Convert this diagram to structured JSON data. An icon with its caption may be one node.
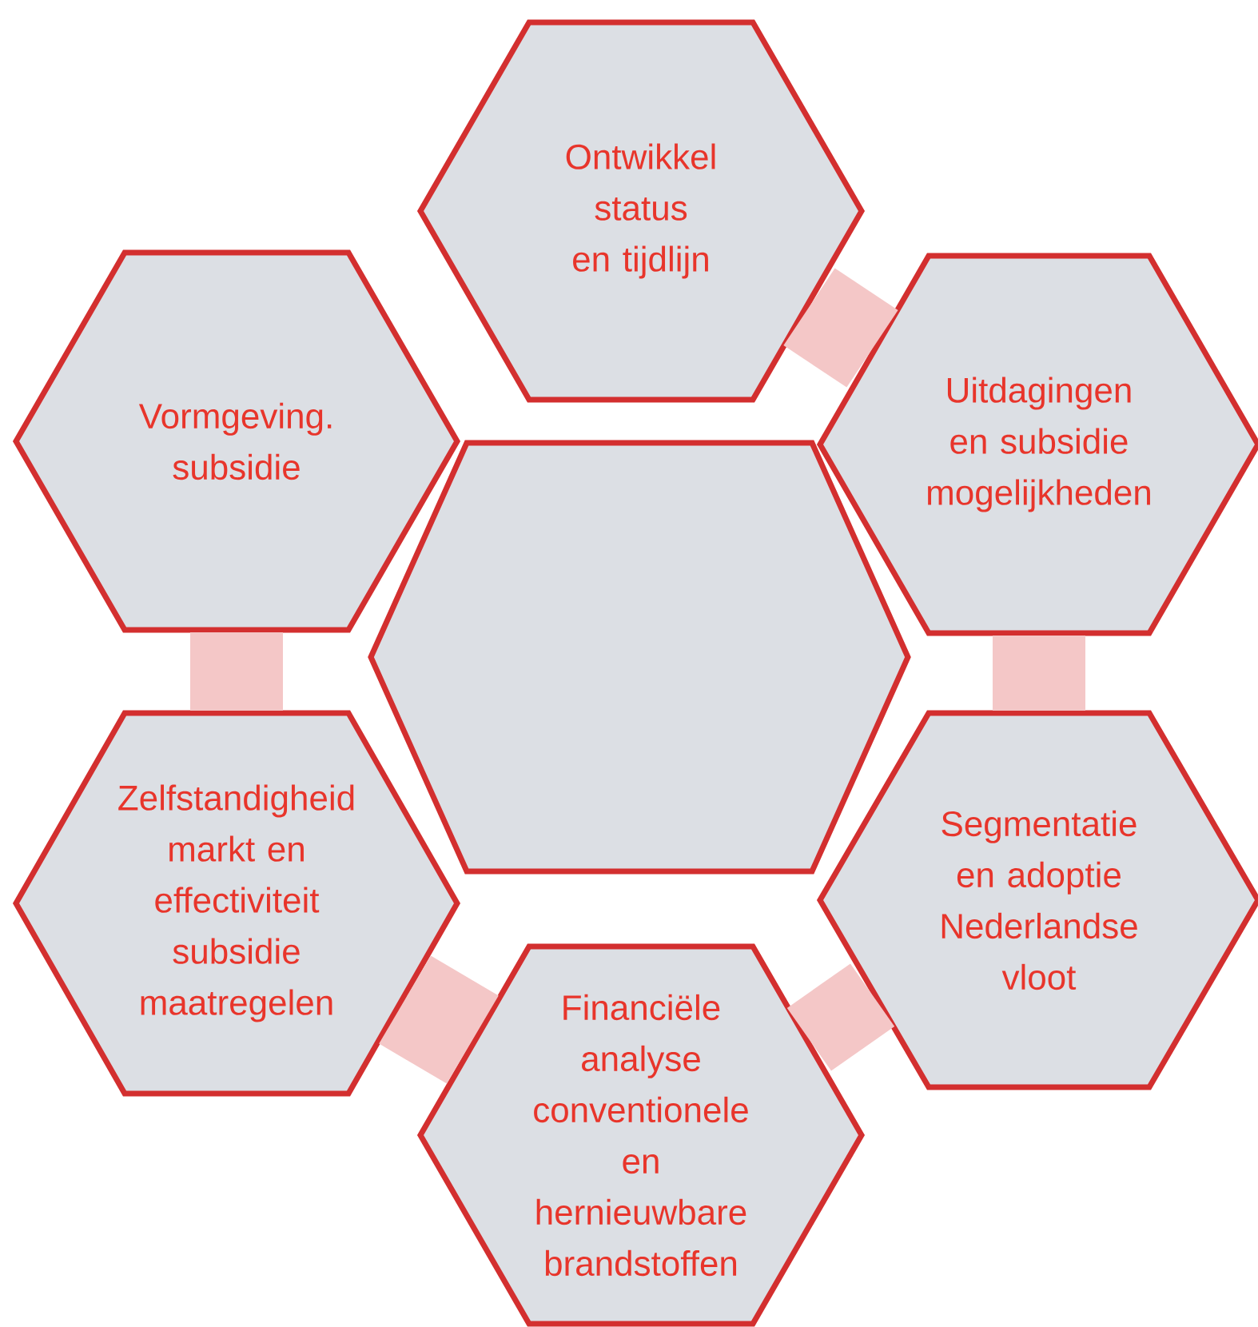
{
  "diagram": {
    "nodes": [
      {
        "text": [
          "Ontwikkel status en tijdlijn"
        ]
      },
      {
        "text": [
          "Vormgeving. subsidie"
        ]
      },
      {
        "text": [
          "Uitdagingen en subsidie mogelijkheden"
        ]
      },
      {
        "text": [],
        "shape": "hexagon"
      },
      {
        "text": [
          "Zelfstandigheid markt en effectiviteit subsidie maatregelen"
        ]
      },
      {
        "text": [
          "Segmentatie en adoptie Nederlandse vloot"
        ]
      },
      {
        "text": [
          "Financiële analyse conventionele en hernieuwbare brandstoffen"
        ]
      }
    ],
    "edges": [
      {
        "from": 0,
        "to": 2,
        "arrow": "none"
      },
      {
        "from": 2,
        "to": 5,
        "arrow": "none"
      },
      {
        "from": 5,
        "to": 6,
        "arrow": "none"
      },
      {
        "from": 6,
        "to": 4,
        "arrow": "none"
      },
      {
        "from": 4,
        "to": 1,
        "arrow": "none"
      }
    ]
  }
}
